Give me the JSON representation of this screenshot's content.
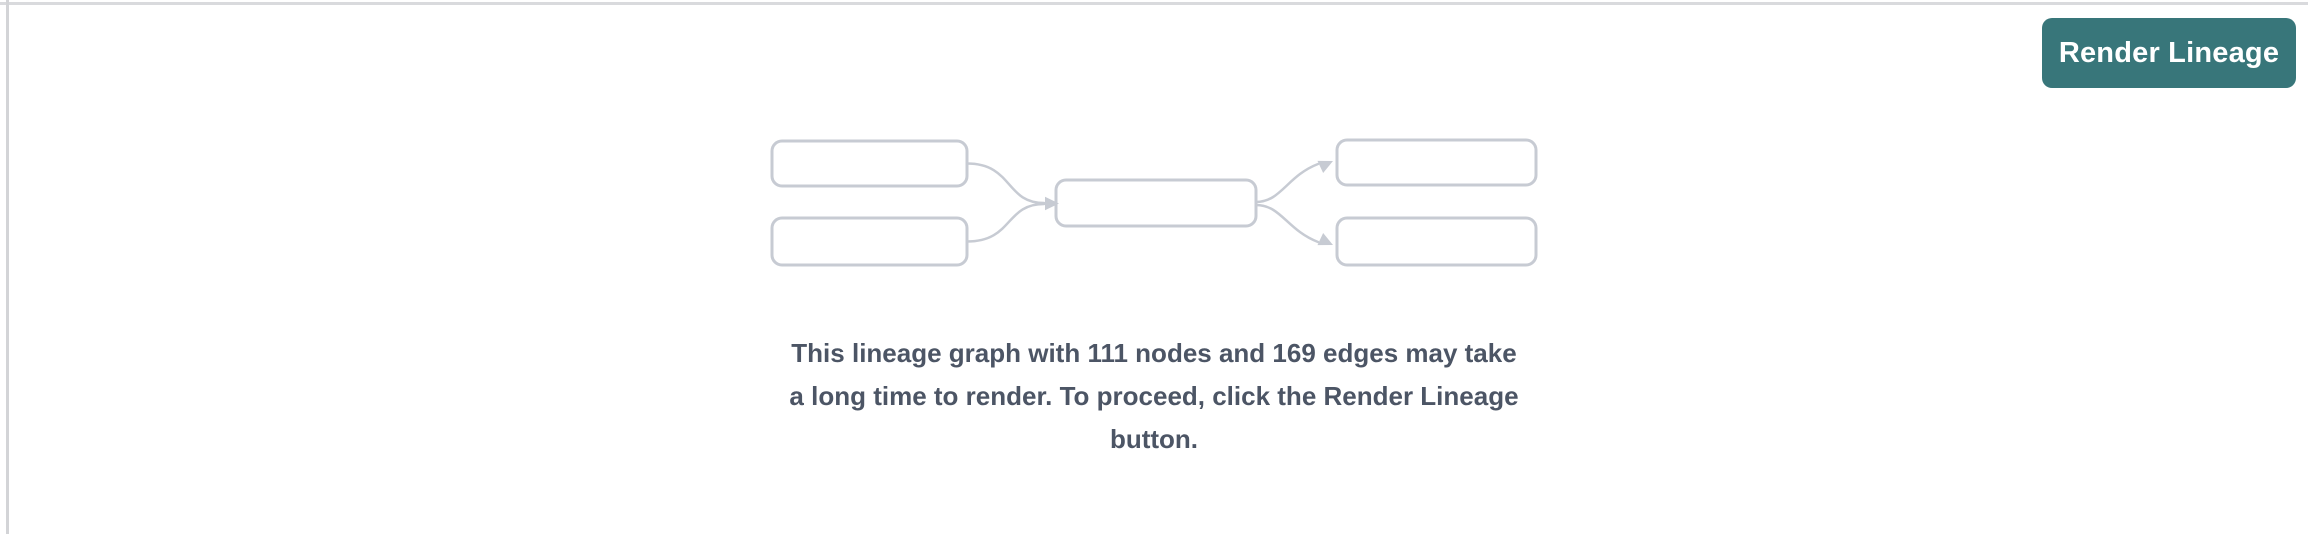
{
  "colors": {
    "accent_teal": "#38767A",
    "button_text": "#FFFFFF",
    "top_border": "#D9DADD",
    "left_border": "#D3D4D7",
    "placeholder_stroke": "#C7CBD3",
    "message_text": "#4C5565",
    "background": "#FFFFFF"
  },
  "toolbar": {
    "render_lineage_label": "Render Lineage"
  },
  "placeholder": {
    "graphic": "lineage-graph-placeholder",
    "node_count": "111",
    "edge_count": "169",
    "message": "This lineage graph with 111 nodes and 169 edges may take a long time to render. To proceed, click the Render Lineage button.",
    "message_lines": [
      "This lineage graph with 111 nodes and 169 edges may take",
      "a long time to render. To proceed, click the Render Lineage",
      "button."
    ]
  }
}
